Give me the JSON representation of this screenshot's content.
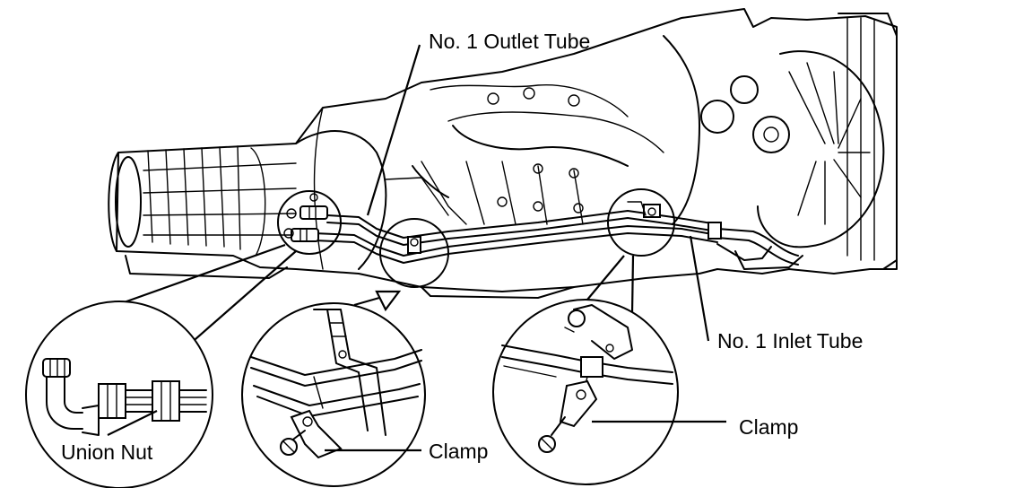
{
  "labels": {
    "outlet_tube": "No. 1 Outlet Tube",
    "inlet_tube": "No. 1 Inlet Tube",
    "union_nut": "Union Nut",
    "clamp_left": "Clamp",
    "clamp_right": "Clamp"
  }
}
